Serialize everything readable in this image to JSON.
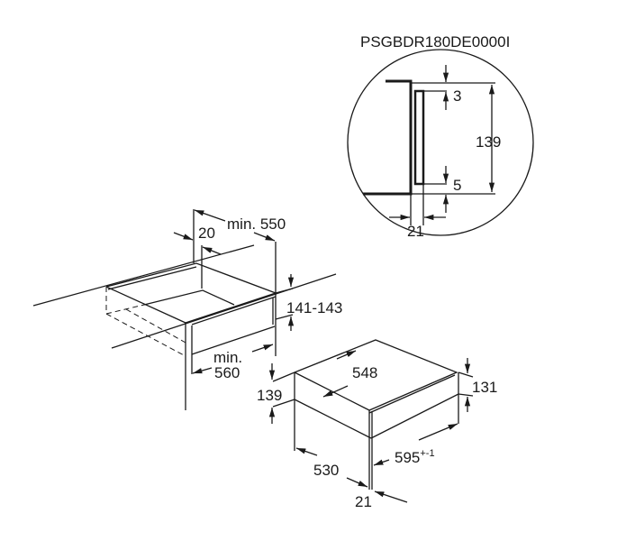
{
  "model_code": "PSGBDR180DE0000I",
  "detail_view": {
    "top_gap": "3",
    "height": "139",
    "bottom_gap": "5",
    "depth": "21"
  },
  "niche": {
    "depth_min": "min. 550",
    "front_offset": "20",
    "height_range": "141-143",
    "width_min_label": "min.",
    "width_min_value": "560"
  },
  "appliance": {
    "depth": "548",
    "front_height": "131",
    "body_height": "139",
    "body_depth": "530",
    "width": "595",
    "width_tolerance": "+-1",
    "front_thickness": "21"
  }
}
